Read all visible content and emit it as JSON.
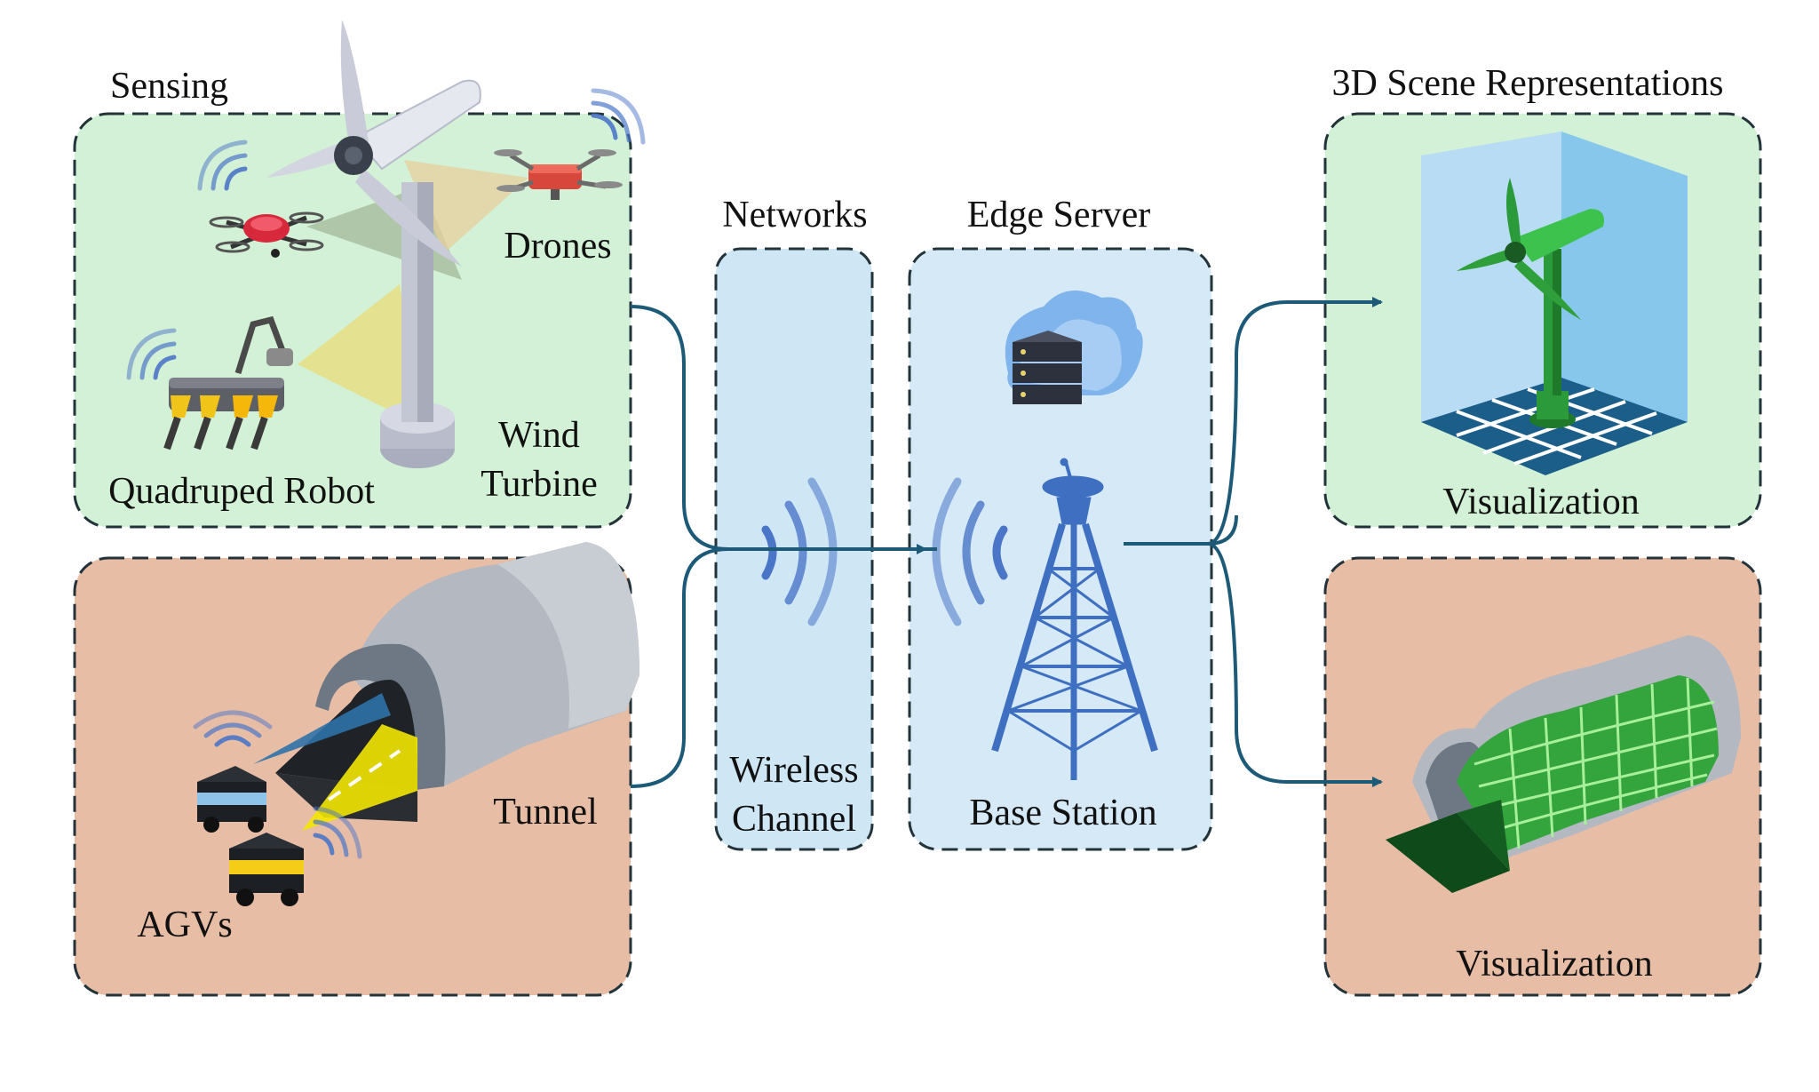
{
  "sections": {
    "sensing": "Sensing",
    "networks": "Networks",
    "edge_server": "Edge Server",
    "scene": "3D Scene Representations"
  },
  "labels": {
    "drones": "Drones",
    "wind": "Wind",
    "turbine": "Turbine",
    "quadruped_robot": "Quadruped Robot",
    "tunnel": "Tunnel",
    "agvs": "AGVs",
    "wireless": "Wireless",
    "channel": "Channel",
    "base_station": "Base Station",
    "visualization_top": "Visualization",
    "visualization_bottom": "Visualization"
  },
  "colors": {
    "green_panel": "#d3f1d6",
    "orange_panel": "#e8bda6",
    "blue_panel": "#d6e9f6",
    "network_panel": "#cfe6f5",
    "connector": "#1c5a78",
    "wave": "#4b76c8",
    "tower": "#3f6fc0",
    "green_model": "#2a9a3a",
    "dashed_border": "#22333a"
  }
}
